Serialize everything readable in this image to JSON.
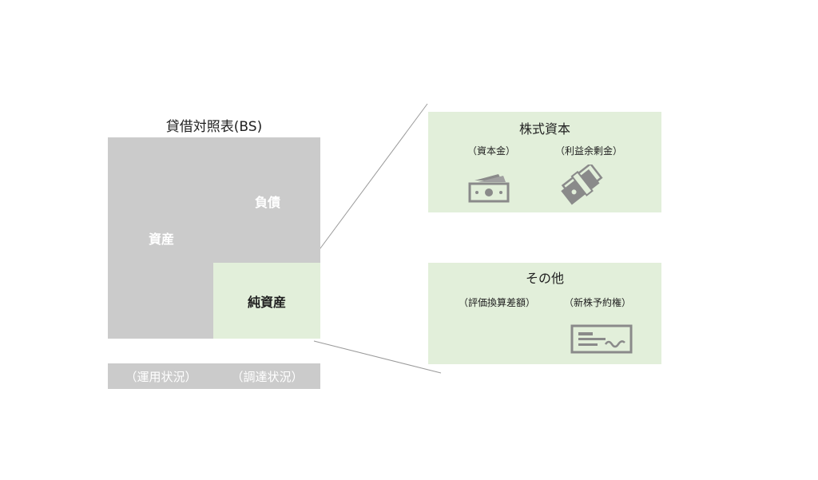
{
  "balance_sheet": {
    "title": "貸借対照表(BS)",
    "assets_label": "資産",
    "liabilities_label": "負債",
    "net_assets_label": "純資産",
    "footer_left": "（運用状況）",
    "footer_right": "（調達状況）"
  },
  "breakdown": {
    "stock_capital": {
      "title": "株式資本",
      "items": [
        {
          "label": "（資本金）",
          "icon": "banknote-icon"
        },
        {
          "label": "（利益余剰金）",
          "icon": "money-bundle-icon"
        }
      ]
    },
    "other": {
      "title": "その他",
      "items": [
        {
          "label": "（評価換算差額）",
          "icon": ""
        },
        {
          "label": "（新株予約権）",
          "icon": "check-icon"
        }
      ]
    }
  },
  "colors": {
    "gray_block": "#cbcbcb",
    "green_block": "#e2efda",
    "icon_gray": "#8a8a8a",
    "connector_line": "#9a9a9a"
  }
}
